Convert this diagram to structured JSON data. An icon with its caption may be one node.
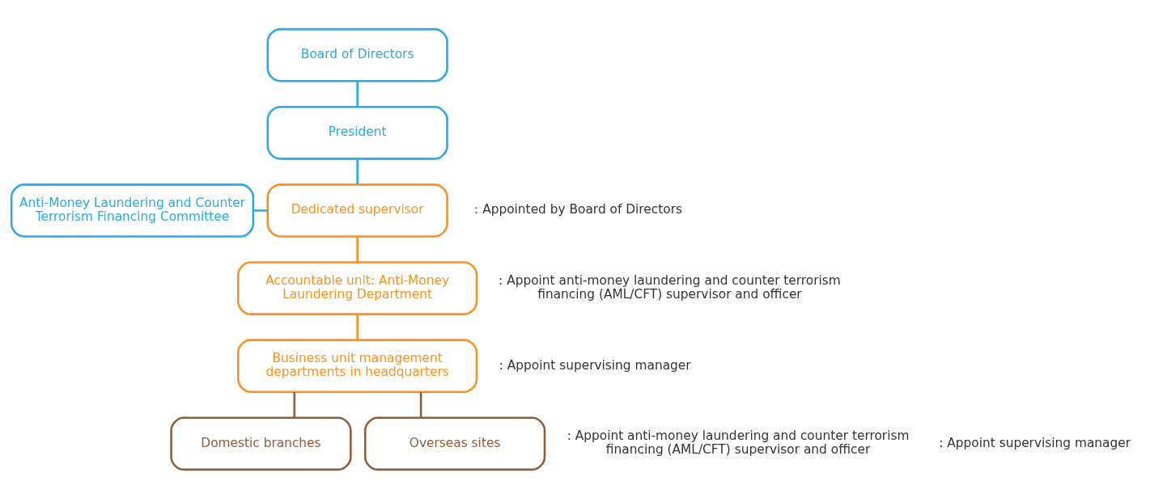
{
  "diagram": {
    "nodes": [
      {
        "text": [
          "Board of Directors"
        ]
      },
      {
        "text": [
          "President"
        ]
      },
      {
        "text": [
          "Anti-Money Laundering and Counter Terrorism Financing Committee"
        ]
      },
      {
        "text": [
          "Dedicated supervisor"
        ],
        "beside": [
          "：Appointed by Board of Directors"
        ]
      },
      {
        "text": [
          "Accountable unit: Anti-Money Laundering Department"
        ],
        "beside": [
          ": Appoint anti-money laundering and counter terrorism financing (AML/CFT) supervisor and officer"
        ]
      },
      {
        "text": [
          "Business unit management departments in headquarters"
        ],
        "beside": [
          ": Appoint supervising manager"
        ]
      },
      {
        "text": [
          "Domestic branches"
        ]
      },
      {
        "text": [
          "Overseas sites"
        ]
      }
    ],
    "edges": [
      {
        "from": 0,
        "to": 1,
        "arrow": "none"
      },
      {
        "from": 1,
        "to": 3,
        "arrow": "none"
      },
      {
        "from": 2,
        "to": 3,
        "arrow": "none"
      },
      {
        "from": 3,
        "to": 4,
        "arrow": "none",
        "color": "#f7931e"
      },
      {
        "from": 4,
        "to": 5,
        "arrow": "none",
        "color": "#f7931e"
      },
      {
        "from": 5,
        "to": 6,
        "arrow": "none",
        "color": "#8b5e3c"
      },
      {
        "from": 5,
        "to": 7,
        "arrow": "none",
        "color": "#8b5e3c"
      }
    ],
    "labels": [
      ": Appoint anti-money laundering and counter terrorism financing (AML/CFT) supervisor and officer",
      ": Appoint supervising manager"
    ]
  }
}
